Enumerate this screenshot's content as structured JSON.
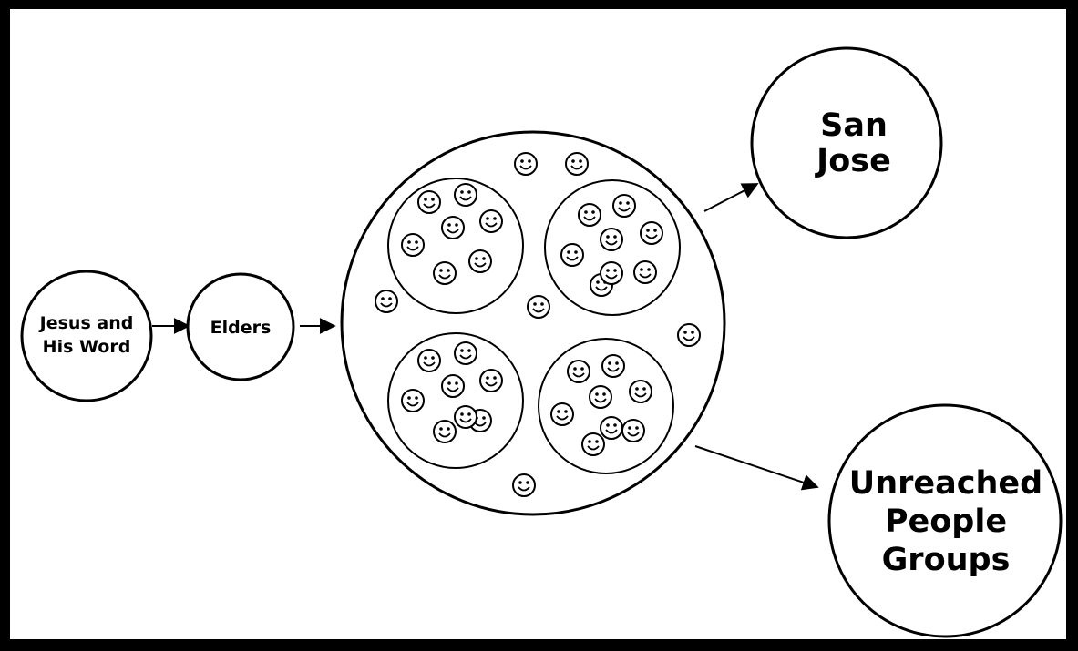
{
  "nodes": {
    "jesus": {
      "lines": [
        "Jesus and",
        "His Word"
      ]
    },
    "elders": {
      "lines": [
        "Elders"
      ]
    },
    "san_jose": {
      "lines": [
        "San",
        "Jose"
      ]
    },
    "unreached": {
      "lines": [
        "Unreached",
        "People",
        "Groups"
      ]
    }
  },
  "colors": {
    "frame": "#000000",
    "background": "#ffffff",
    "ink": "#000000"
  },
  "icons": {
    "person": "smiley-face-icon"
  },
  "church": {
    "small_groups": [
      {
        "name": "group-top-left",
        "members": 7
      },
      {
        "name": "group-top-right",
        "members": 8
      },
      {
        "name": "group-bottom-left",
        "members": 8
      },
      {
        "name": "group-bottom-right",
        "members": 8
      }
    ],
    "individuals_outside_groups": 6
  }
}
